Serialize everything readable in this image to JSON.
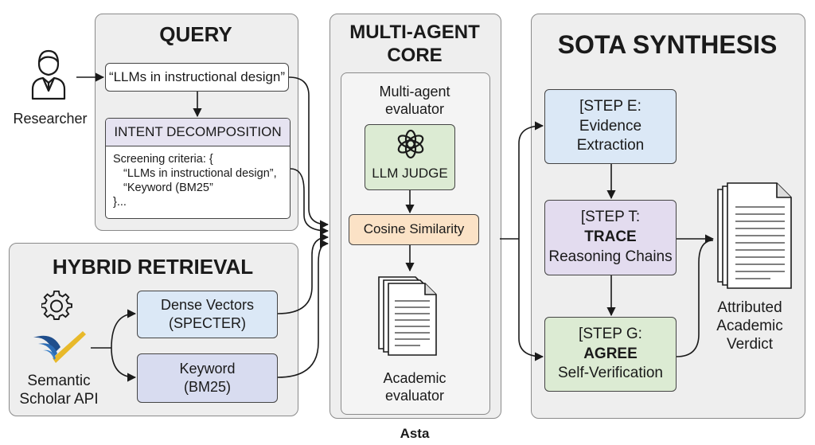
{
  "query": {
    "title": "QUERY",
    "prompt": "“LLMs in instructional design”",
    "intent_title": "INTENT DECOMPOSITION",
    "intent_lines": [
      "Screening criteria: {",
      "“LLMs in instructional design”,",
      "“Keyword (BM25”",
      "}..."
    ]
  },
  "researcher": {
    "label": "Researcher",
    "icon": "researcher-icon"
  },
  "hybrid": {
    "title": "HYBRID RETRIEVAL",
    "api_label_1": "Semantic",
    "api_label_2": "Scholar API",
    "dense_1": "Dense Vectors",
    "dense_2": "(SPECTER)",
    "keyword_1": "Keyword",
    "keyword_2": "(BM25)"
  },
  "core": {
    "title_1": "MULTI-AGENT",
    "title_2": "CORE",
    "evaluator_1": "Multi-agent",
    "evaluator_2": "evaluator",
    "judge": "LLM JUDGE",
    "cosine": "Cosine Similarity",
    "academic_1": "Academic",
    "academic_2": "evaluator",
    "footer": "Asta"
  },
  "sota": {
    "title": "SOTA SYNTHESIS",
    "step_e_1": "[STEP E:",
    "step_e_2": "Evidence",
    "step_e_3": "Extraction",
    "step_t_1": "[STEP T:",
    "step_t_2": "TRACE",
    "step_t_3": "Reasoning Chains",
    "step_g_1": "[STEP G:",
    "step_g_2": "AGREE",
    "step_g_3": "Self-Verification",
    "verdict_1": "Attributed",
    "verdict_2": "Academic",
    "verdict_3": "Verdict"
  },
  "colors": {
    "panel": "#eeeeee",
    "blue": "#dbe8f6",
    "green": "#dcebd3",
    "orange": "#fbe2c6",
    "purple": "#e3dcef",
    "lavender": "#d8dcf0",
    "intent_header": "#e6e3f1"
  }
}
